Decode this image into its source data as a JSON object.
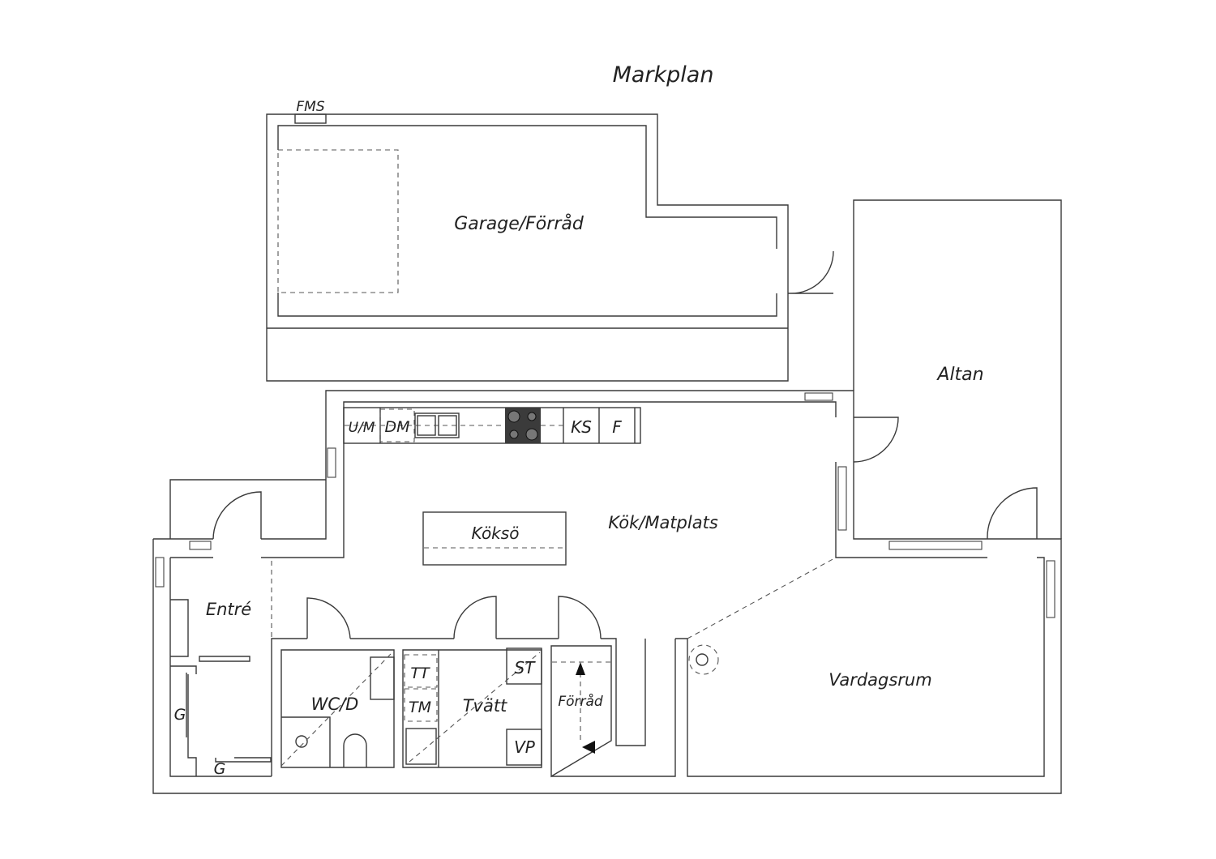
{
  "title": "Markplan",
  "rooms": {
    "garage": "Garage/Förråd",
    "altan": "Altan",
    "kitchen": "Kök/Matplats",
    "island": "Köksö",
    "entry": "Entré",
    "wc": "WC/D",
    "laundry": "Tvätt",
    "storage": "Förråd",
    "living": "Vardagsrum"
  },
  "labels": {
    "fms": "FMS",
    "um": "U/M",
    "dm": "DM",
    "ks": "KS",
    "f": "F",
    "tt": "TT",
    "tm": "TM",
    "st": "ST",
    "vp": "VP",
    "g1": "G",
    "g2": "G"
  },
  "colors": {
    "line": "#3a3a3a",
    "stove": "#3b3b3b"
  }
}
